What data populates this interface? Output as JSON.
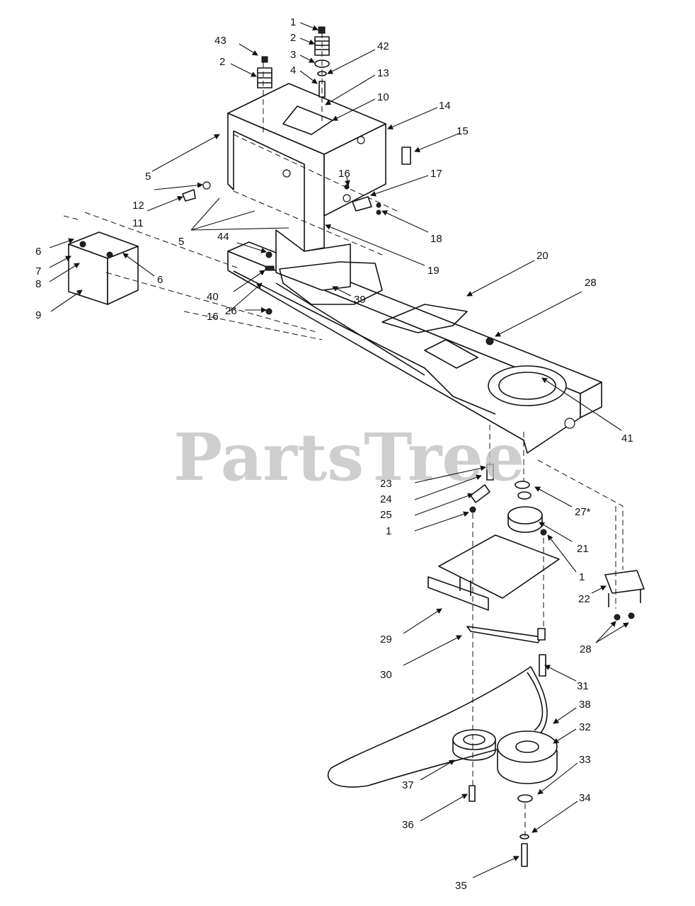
{
  "watermark": "PartsTree",
  "colors": {
    "line": "#111111",
    "background": "#ffffff",
    "watermark": "#bdbdbd"
  },
  "callouts": [
    {
      "id": "c1a",
      "text": "1"
    },
    {
      "id": "c2a",
      "text": "2"
    },
    {
      "id": "c43",
      "text": "43"
    },
    {
      "id": "c42",
      "text": "42"
    },
    {
      "id": "c3",
      "text": "3"
    },
    {
      "id": "c2b",
      "text": "2"
    },
    {
      "id": "c4",
      "text": "4"
    },
    {
      "id": "c13",
      "text": "13"
    },
    {
      "id": "c10",
      "text": "10"
    },
    {
      "id": "c14",
      "text": "14"
    },
    {
      "id": "c15",
      "text": "15"
    },
    {
      "id": "c5a",
      "text": "5"
    },
    {
      "id": "c16a",
      "text": "16"
    },
    {
      "id": "c17",
      "text": "17"
    },
    {
      "id": "c12",
      "text": "12"
    },
    {
      "id": "c11",
      "text": "11"
    },
    {
      "id": "c18",
      "text": "18"
    },
    {
      "id": "c5b",
      "text": "5"
    },
    {
      "id": "c44",
      "text": "44"
    },
    {
      "id": "c6a",
      "text": "6"
    },
    {
      "id": "c19",
      "text": "19"
    },
    {
      "id": "c20",
      "text": "20"
    },
    {
      "id": "c7",
      "text": "7"
    },
    {
      "id": "c6b",
      "text": "6"
    },
    {
      "id": "c8",
      "text": "8"
    },
    {
      "id": "c40",
      "text": "40"
    },
    {
      "id": "c39",
      "text": "39"
    },
    {
      "id": "c28a",
      "text": "28"
    },
    {
      "id": "c9",
      "text": "9"
    },
    {
      "id": "c16b",
      "text": "16"
    },
    {
      "id": "c26",
      "text": "26"
    },
    {
      "id": "c41",
      "text": "41"
    },
    {
      "id": "c23",
      "text": "23"
    },
    {
      "id": "c24",
      "text": "24"
    },
    {
      "id": "c27",
      "text": "27*"
    },
    {
      "id": "c25",
      "text": "25"
    },
    {
      "id": "c1b",
      "text": "1"
    },
    {
      "id": "c21",
      "text": "21"
    },
    {
      "id": "c1c",
      "text": "1"
    },
    {
      "id": "c22",
      "text": "22"
    },
    {
      "id": "c29",
      "text": "29"
    },
    {
      "id": "c28b",
      "text": "28"
    },
    {
      "id": "c30",
      "text": "30"
    },
    {
      "id": "c31",
      "text": "31"
    },
    {
      "id": "c38",
      "text": "38"
    },
    {
      "id": "c32",
      "text": "32"
    },
    {
      "id": "c33",
      "text": "33"
    },
    {
      "id": "c37",
      "text": "37"
    },
    {
      "id": "c34",
      "text": "34"
    },
    {
      "id": "c36",
      "text": "36"
    },
    {
      "id": "c35",
      "text": "35"
    }
  ]
}
